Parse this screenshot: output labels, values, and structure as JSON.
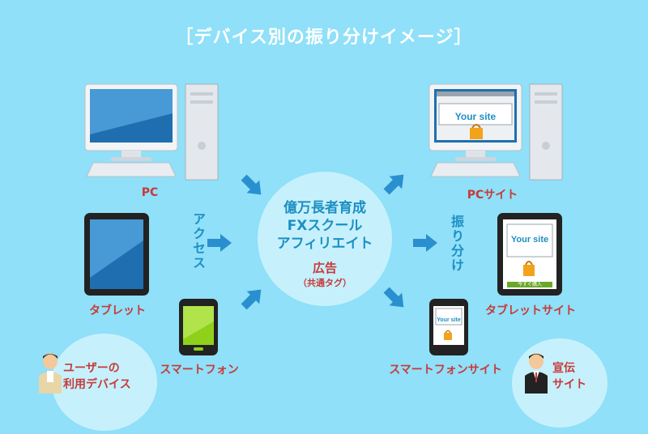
{
  "title": "［デバイス別の振り分けイメージ］",
  "left_devices": [
    {
      "label": "PC"
    },
    {
      "label": "タブレット"
    },
    {
      "label": "スマートフォン"
    }
  ],
  "right_devices": [
    {
      "label": "PCサイト",
      "screen_text": "Your site"
    },
    {
      "label": "タブレットサイト",
      "screen_text": "Your site",
      "button_text": "今すぐ購入"
    },
    {
      "label": "スマートフォンサイト",
      "screen_text": "Your site"
    }
  ],
  "access_label": "アクセス",
  "distribute_label": "振り分け",
  "center": {
    "line1": "億万長者育成",
    "line2": "FXスクール",
    "line3": "アフィリエイト",
    "ad_label": "広告",
    "tag_label": "（共通タグ）"
  },
  "user_badge": {
    "line1": "ユーザーの",
    "line2": "利用デバイス"
  },
  "ad_badge": {
    "line1": "宣伝",
    "line2": "サイト"
  },
  "colors": {
    "background": "#8fe0f8",
    "arrow": "#2a8fce",
    "label_red": "#c73a3a",
    "accent_blue": "#1d8fc4"
  }
}
